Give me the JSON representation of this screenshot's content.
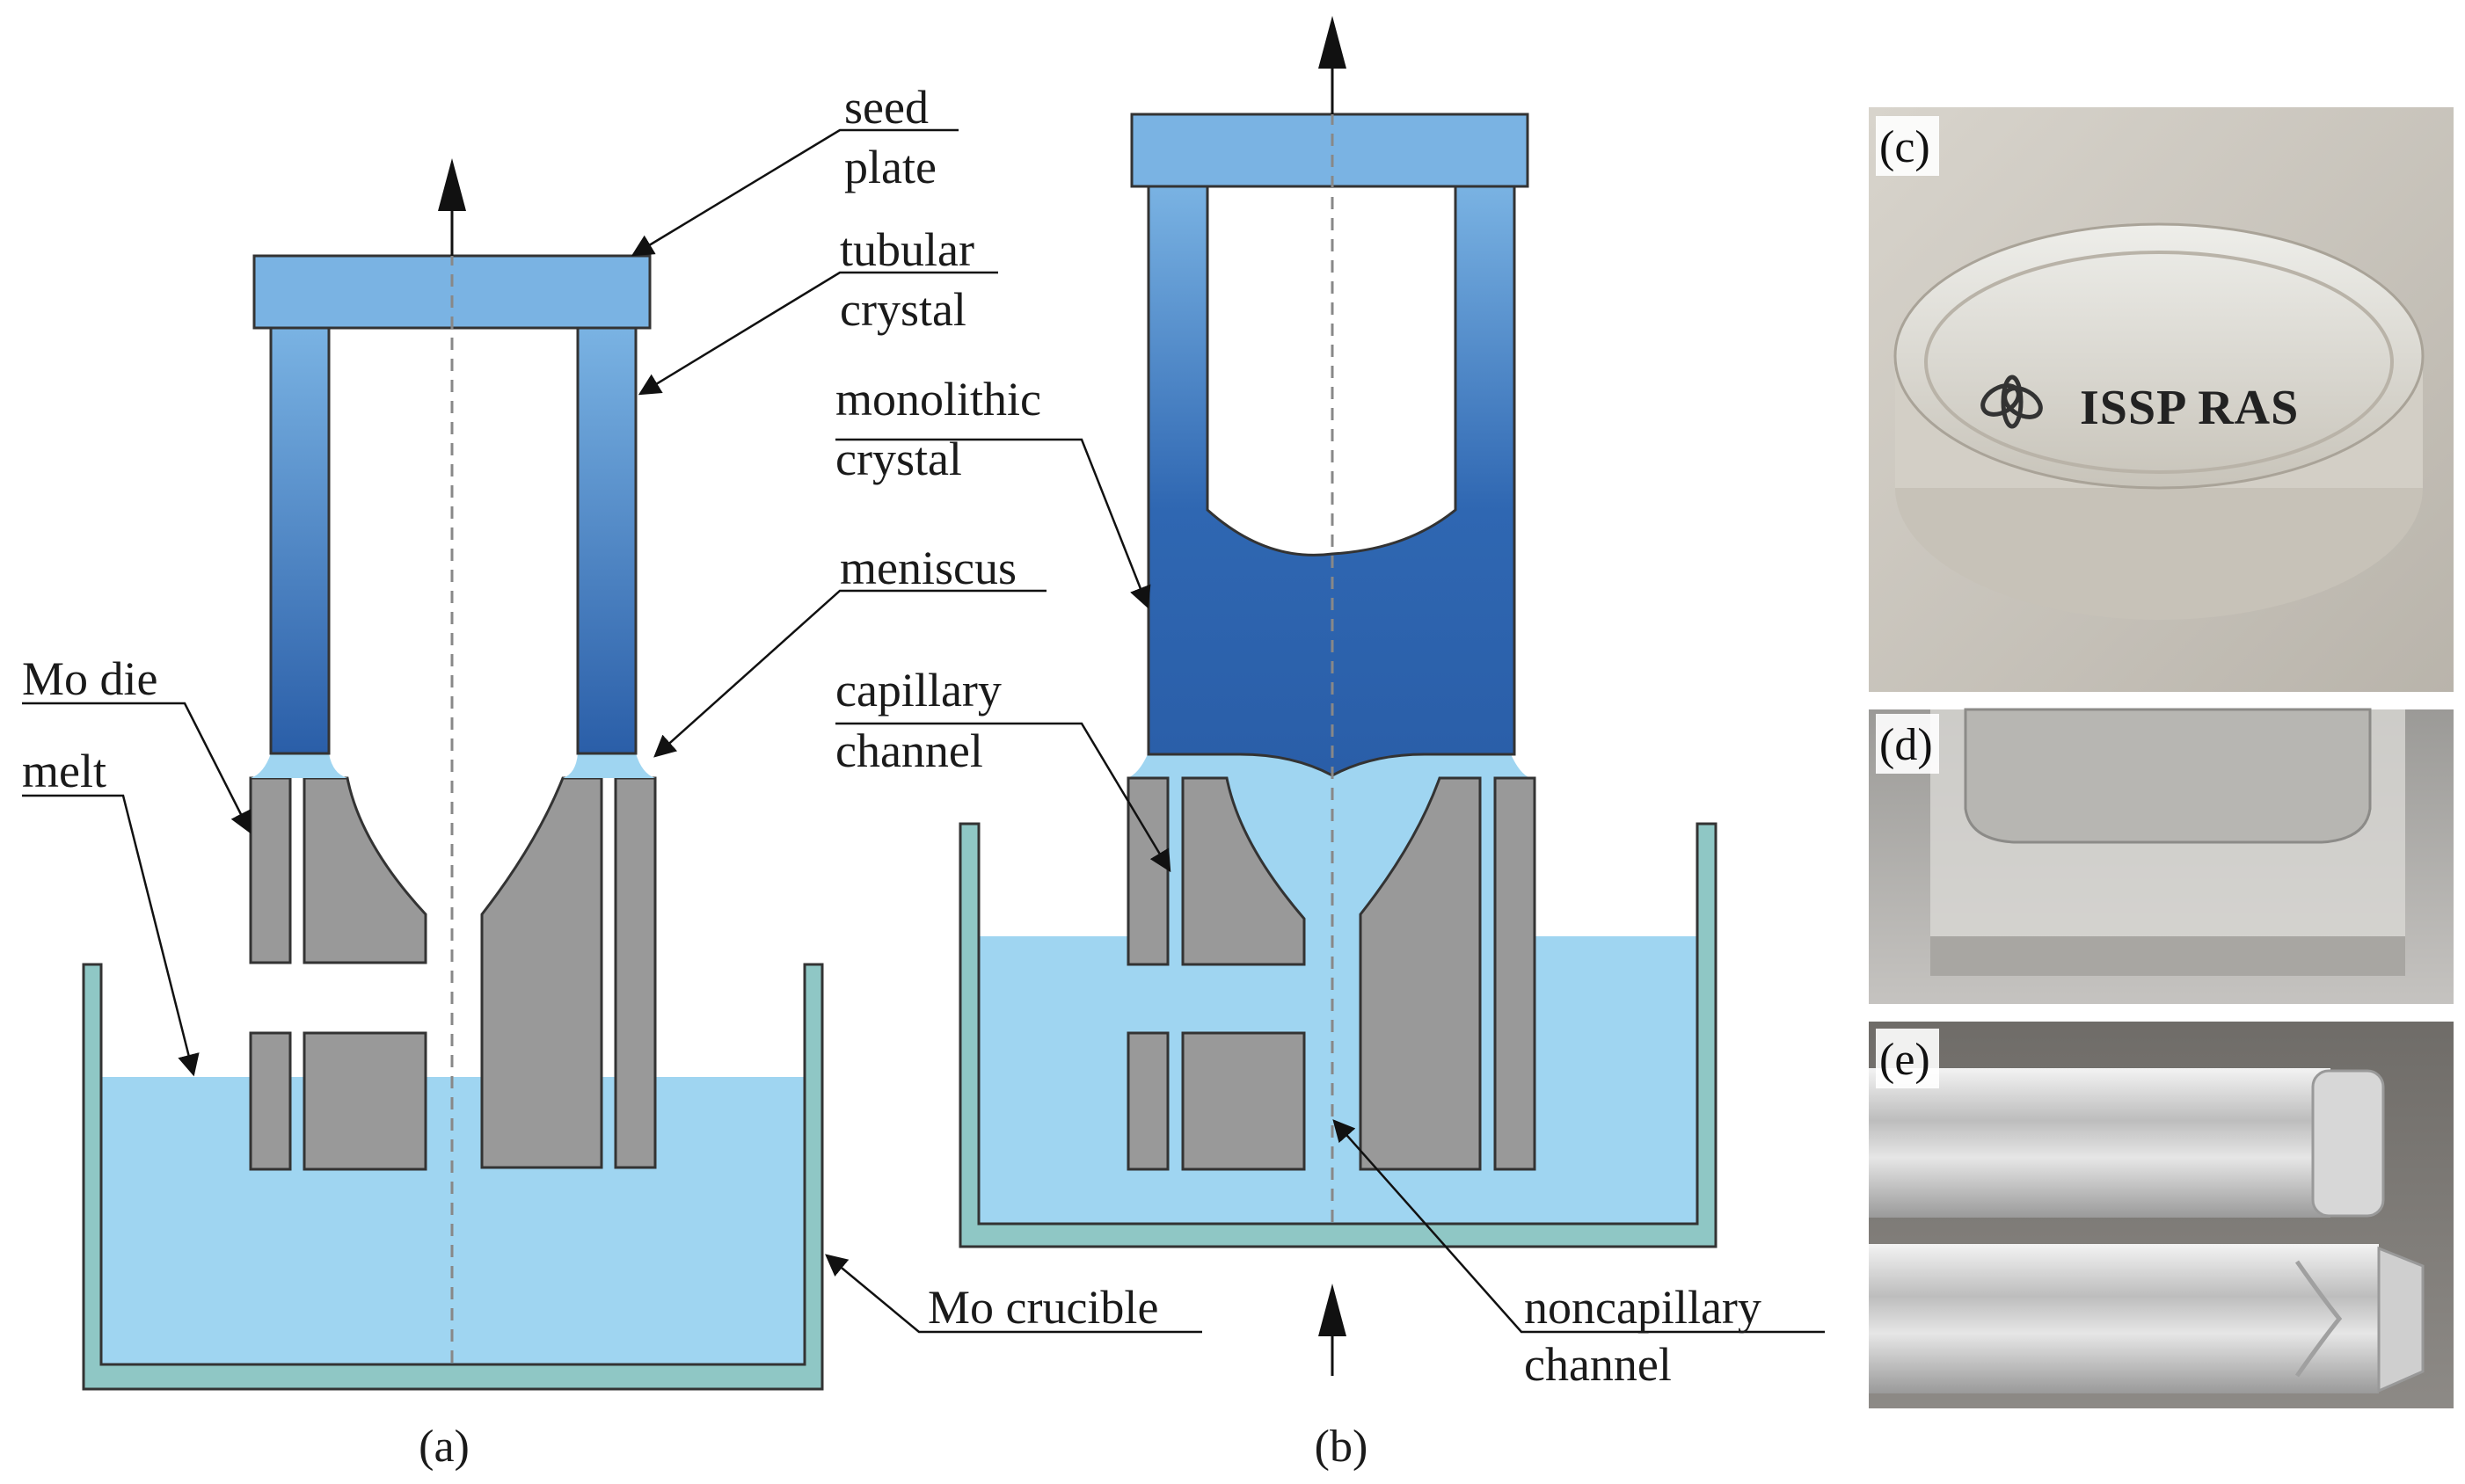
{
  "figure": {
    "panel_a_label": "(a)",
    "panel_b_label": "(b)",
    "labels": {
      "seed_line1": "seed",
      "seed_line2": "plate",
      "tubular_line1": "tubular",
      "tubular_line2": "crystal",
      "meniscus": "meniscus",
      "mo_die": "Mo die",
      "melt": "melt",
      "mono_line1": "monolithic",
      "mono_line2": "crystal",
      "capillary_line1": "capillary",
      "capillary_line2": "channel",
      "mo_crucible": "Mo crucible",
      "noncap_line1": "noncapillary",
      "noncap_line2": "channel"
    },
    "photos": {
      "c_label": "(c)",
      "c_text": "ISSP RAS",
      "d_label": "(d)",
      "e_label": "(e)"
    },
    "colors": {
      "seed_plate": "#7ab3e3",
      "crystal_top": "#7ab3e3",
      "crystal_bottom": "#2a5ea8",
      "melt": "#9fd5f1",
      "crucible": "#8fc7c5",
      "die": "#999999"
    }
  }
}
